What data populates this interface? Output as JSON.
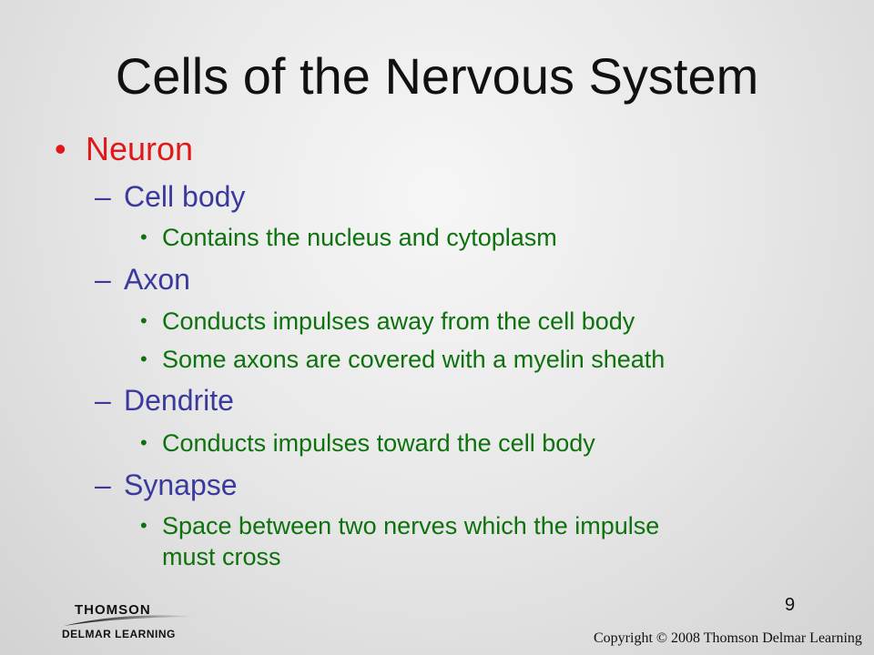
{
  "slide": {
    "title": "Cells of the Nervous System",
    "page_number": "9",
    "copyright": "Copyright © 2008 Thomson Delmar Learning",
    "logo": {
      "line1": "THOMSON",
      "line2": "DELMAR LEARNING"
    }
  },
  "markers": {
    "bullet": "•",
    "dash": "–"
  },
  "content": {
    "main": "Neuron",
    "cell_body": {
      "label": "Cell body",
      "points": [
        "Contains the nucleus and cytoplasm"
      ]
    },
    "axon": {
      "label": "Axon",
      "points": [
        "Conducts impulses away from the cell body",
        "Some axons are covered with a myelin sheath"
      ]
    },
    "dendrite": {
      "label": "Dendrite",
      "points": [
        "Conducts impulses toward the cell body"
      ]
    },
    "synapse": {
      "label": "Synapse",
      "points": [
        "Space between two nerves which the impulse",
        "must cross"
      ]
    }
  },
  "colors": {
    "level1": "#e01818",
    "level2": "#3a3a9e",
    "level3": "#0d720d"
  }
}
